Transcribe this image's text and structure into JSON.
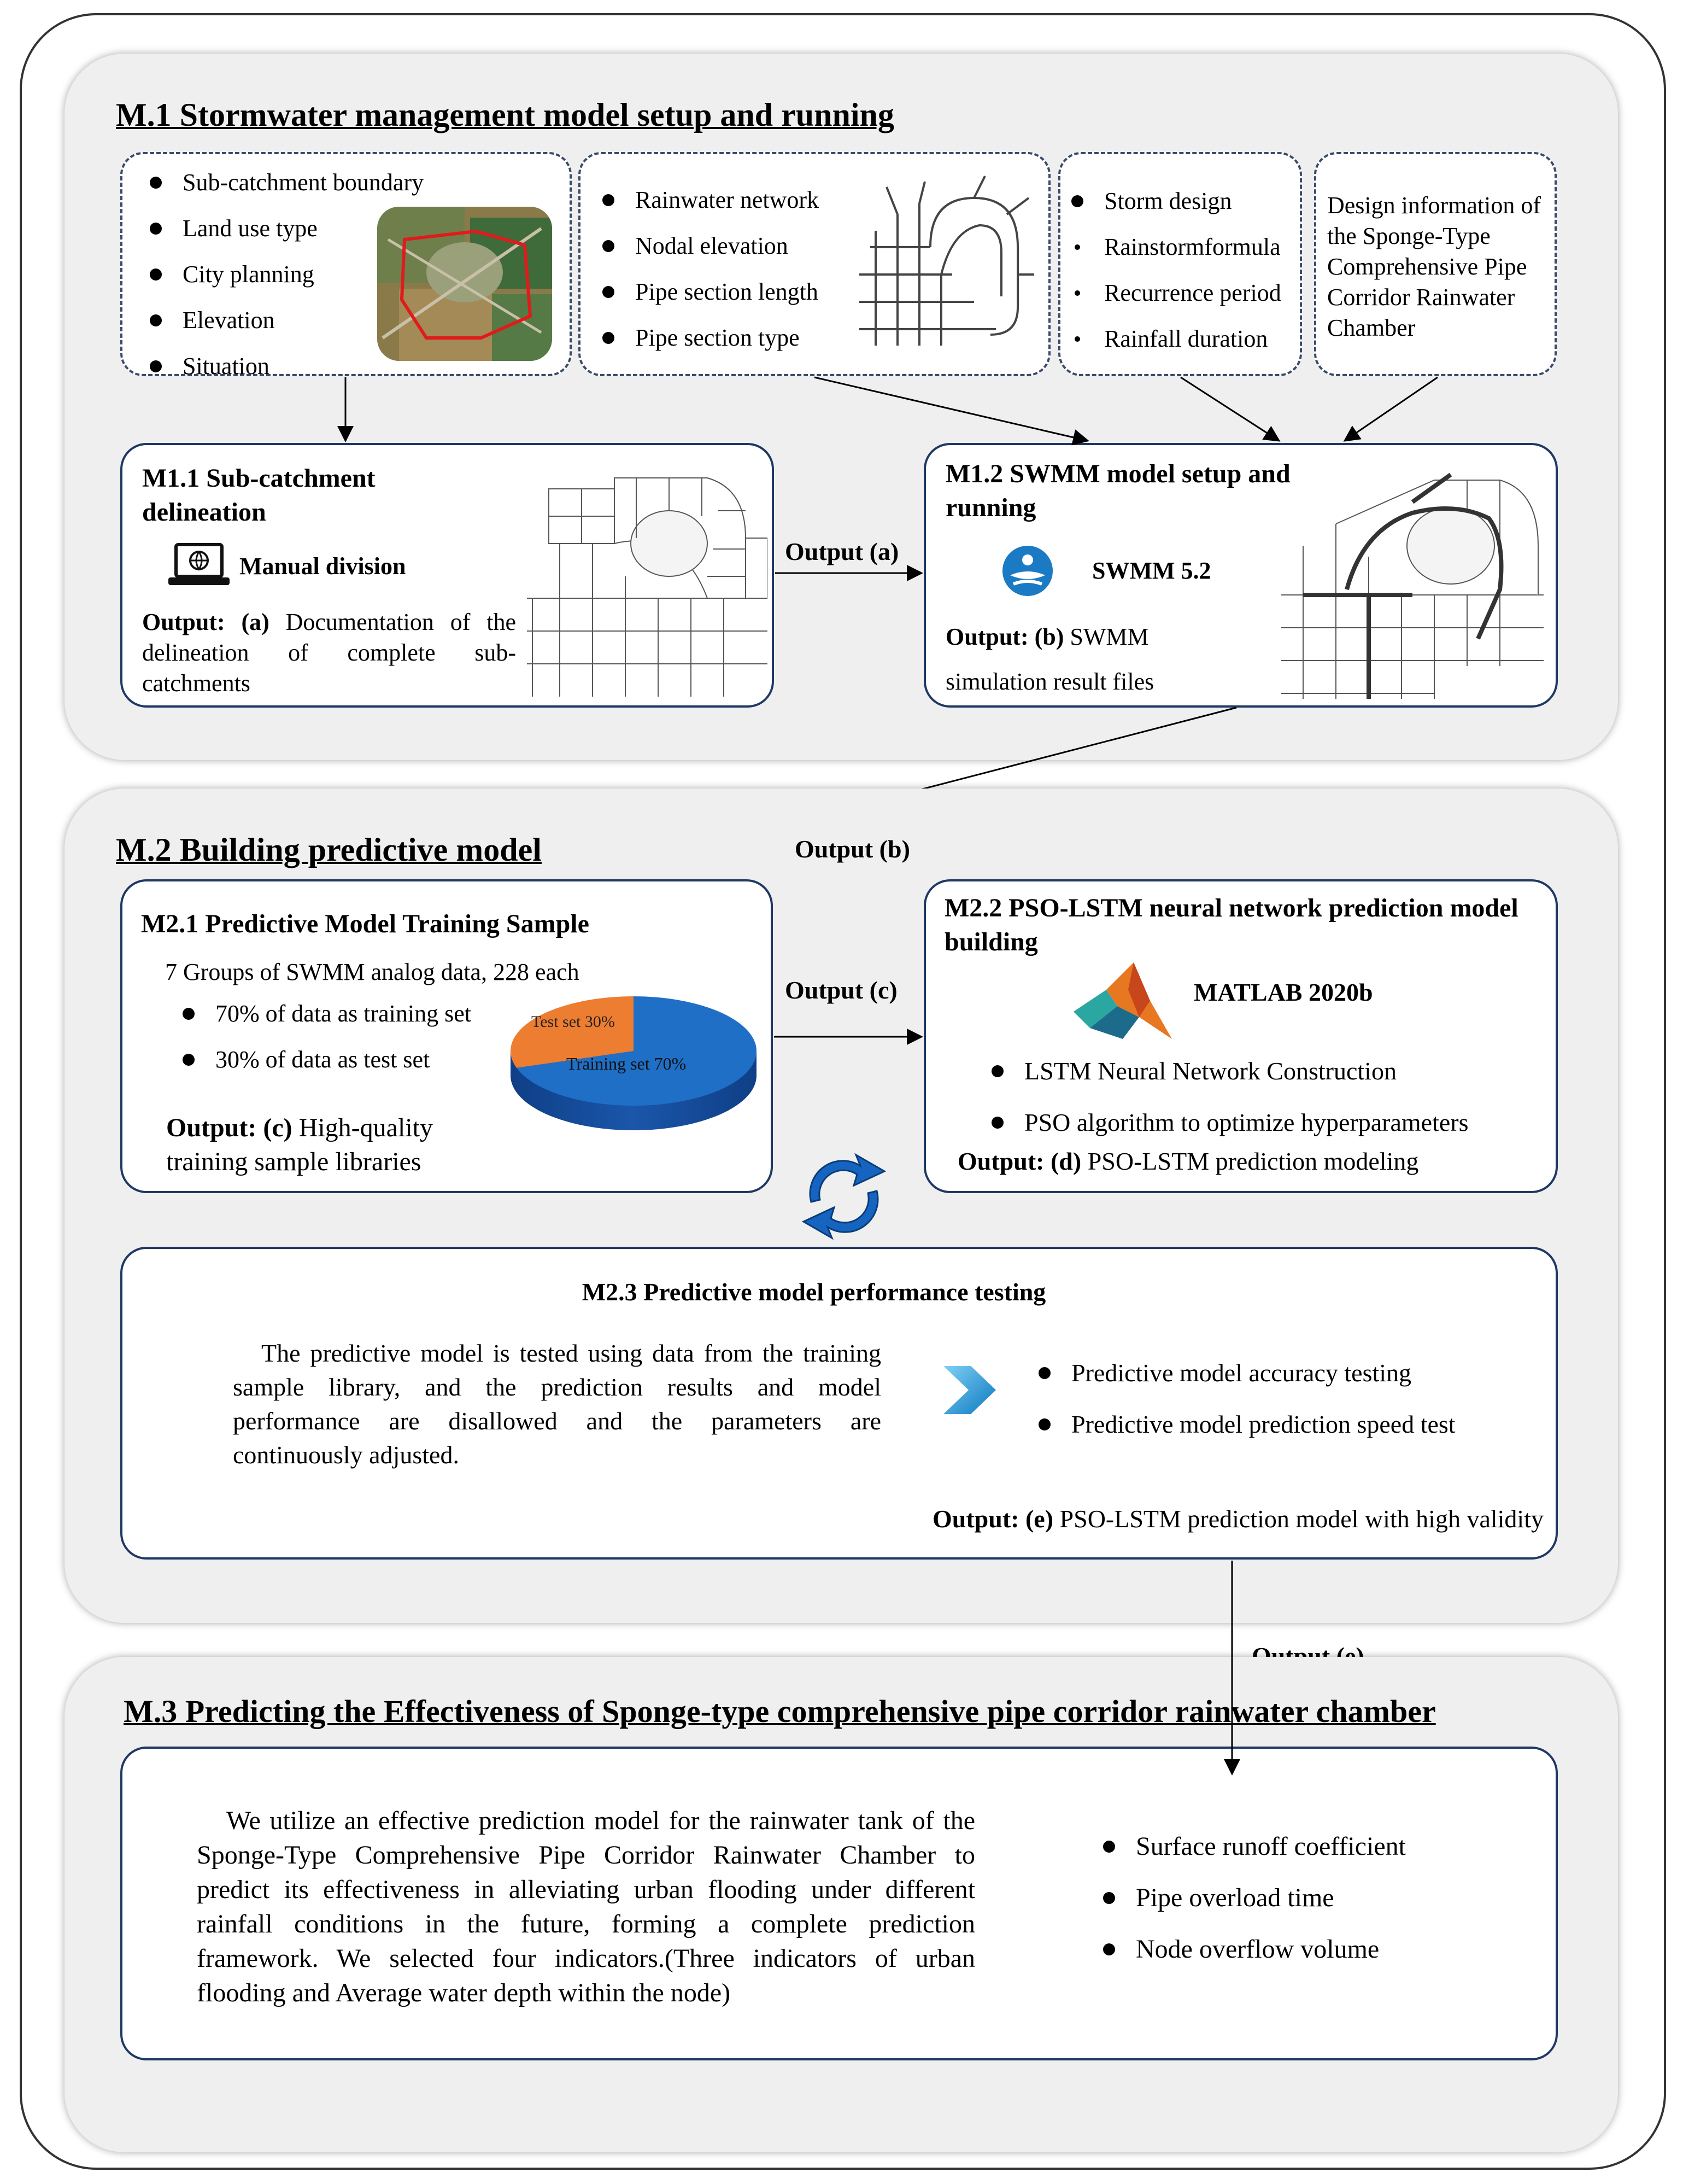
{
  "m1": {
    "title": "M.1 Stormwater management model setup and running",
    "inputs_a": [
      "Sub-catchment boundary",
      "Land use type",
      "City planning",
      "Elevation",
      "Situation"
    ],
    "inputs_b": [
      "Rainwater network",
      "Nodal elevation",
      "Pipe section length",
      "Pipe section type"
    ],
    "storm_title": "Storm design",
    "storm_items": [
      "Rainstormformula",
      "Recurrence period",
      "Rainfall duration"
    ],
    "design_info": "Design information of the Sponge-Type Comprehensive Pipe Corridor Rainwater Chamber",
    "m11": {
      "title": "M1.1 Sub-catchment delineation",
      "tool": "Manual division",
      "output_label": "Output: (a)",
      "output_text": "Documentation of the delineation of complete sub-catchments"
    },
    "m12": {
      "title": "M1.2 SWMM model setup and running",
      "tool": "SWMM 5.2",
      "output_label": "Output: (b)",
      "output_text": "SWMM simulation result files"
    },
    "arrow_a": "Output (a)"
  },
  "m2": {
    "title": "M.2 Building predictive model",
    "arrow_b": "Output (b)",
    "arrow_c": "Output (c)",
    "m21": {
      "title": "M2.1 Predictive Model Training Sample",
      "subtitle": "7 Groups of SWMM analog data, 228 each",
      "items": [
        "70% of data as training set",
        "30% of data as test set"
      ],
      "output_label": "Output: (c)",
      "output_text": "High-quality training sample libraries",
      "pie_test": "Test set 30%",
      "pie_train": "Training set 70%"
    },
    "m22": {
      "title": "M2.2 PSO-LSTM neural network prediction model building",
      "tool": "MATLAB 2020b",
      "items": [
        "LSTM Neural Network Construction",
        "PSO algorithm to optimize hyperparameters"
      ],
      "output_label": "Output: (d)",
      "output_text": "PSO-LSTM prediction modeling"
    },
    "m23": {
      "title": "M2.3 Predictive model performance testing",
      "paragraph": "The predictive model is tested using data from the training sample library, and the prediction results and model performance are disallowed and the parameters are continuously adjusted.",
      "items": [
        "Predictive model accuracy testing",
        "Predictive model prediction speed test"
      ],
      "output_label": "Output: (e)",
      "output_text": "PSO-LSTM prediction model with high validity"
    }
  },
  "m3": {
    "arrow_e": "Output (e)",
    "title": "M.3 Predicting the Effectiveness of Sponge-type comprehensive pipe corridor rainwater chamber",
    "paragraph": "We utilize an effective prediction model for the rainwater tank of the Sponge-Type Comprehensive Pipe Corridor Rainwater Chamber to predict its effectiveness in alleviating urban flooding under different rainfall conditions in the future, forming a complete prediction framework. We selected four indicators.(Three indicators of urban flooding and Average water depth within the node)",
    "items": [
      "Surface runoff coefficient",
      "Pipe overload time",
      "Node overflow volume"
    ]
  },
  "pie": {
    "test_pct": 30,
    "train_pct": 70,
    "test_color": "#ed7d31",
    "train_color": "#1f6fc6"
  },
  "colors": {
    "panel": "#efefef",
    "box_border": "#1f3864",
    "refresh": "#1565c0",
    "chevron": "#29a3df"
  }
}
